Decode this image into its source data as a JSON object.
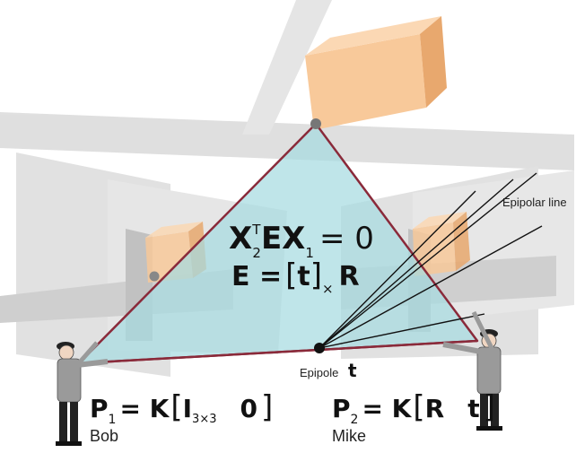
{
  "equations": {
    "epipolar_constraint": {
      "X": "X",
      "sup_T": "T",
      "sub_2": "2",
      "E": "E",
      "X2": "X",
      "sub_1": "1",
      "rhs": "= 0"
    },
    "essential": {
      "lhs": "E =",
      "bracket_open": "[",
      "t": "t",
      "bracket_close": "]",
      "sub_x": "×",
      "R": "R"
    },
    "camera1": {
      "P": "P",
      "sub": "1",
      "rest": "= K",
      "bopen": "[",
      "I": "I",
      "isub": "3×3",
      "zero": "0",
      "bclose": "]"
    },
    "camera2": {
      "P": "P",
      "sub": "2",
      "rest": "= K",
      "bopen": "[",
      "R": "R",
      "t": "t",
      "bclose": "]"
    }
  },
  "labels": {
    "bob": "Bob",
    "mike": "Mike",
    "epipole": "Epipole",
    "epipole_symbol": "t",
    "epipolar_line": "Epipolar line"
  },
  "colors": {
    "triangle_fill": "#a6dbe0",
    "triangle_edge": "#8a2a3a",
    "box_light": "#f8c99a",
    "box_dark": "#e8a86e",
    "plane_gray": "#c9c9c9",
    "shadow_gray": "#9c9c9c"
  }
}
